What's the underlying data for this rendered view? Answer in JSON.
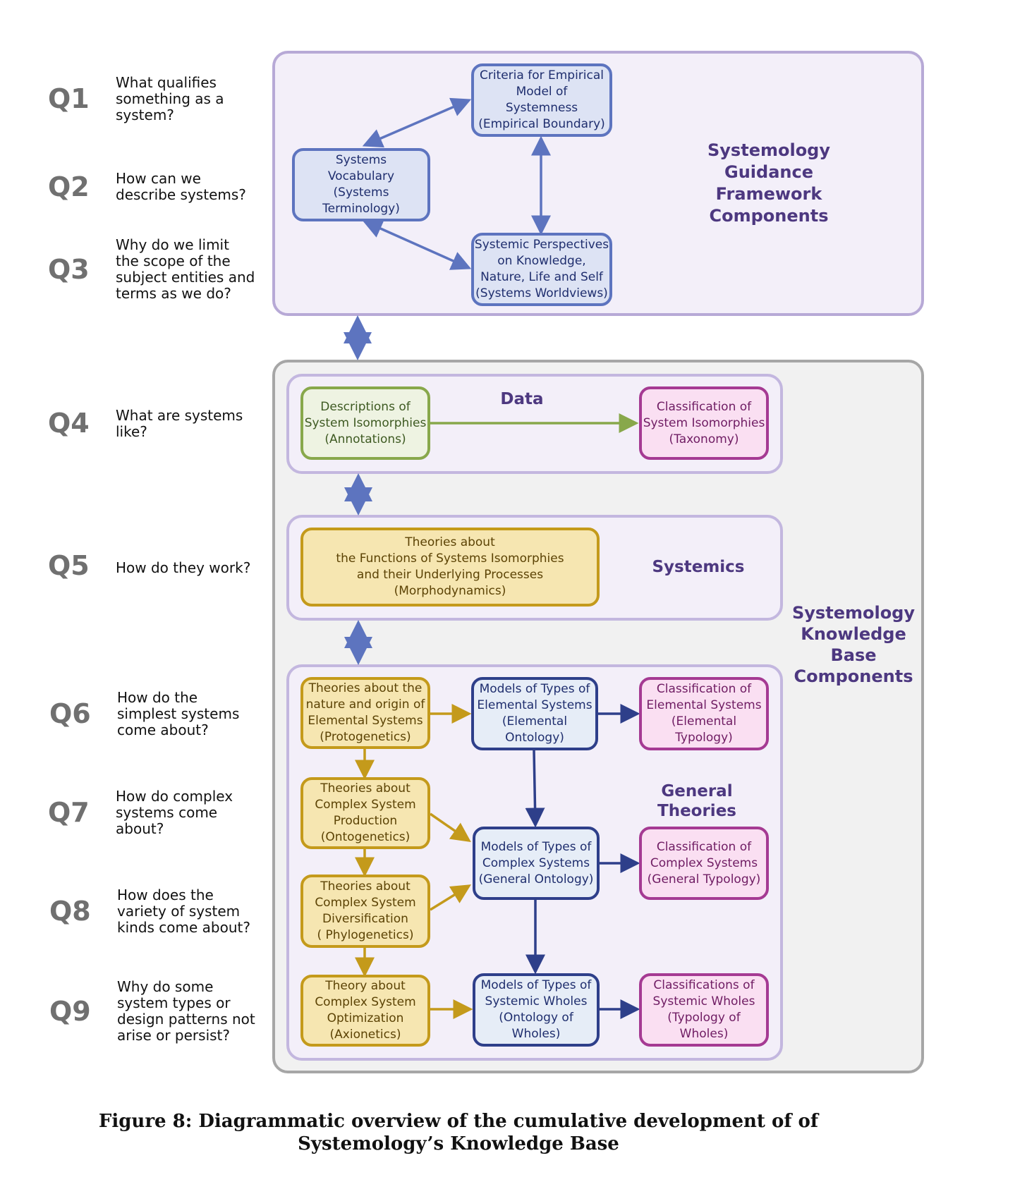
{
  "questions": [
    {
      "id": "Q1",
      "text": "What qualifies\nsomething as a\nsystem?"
    },
    {
      "id": "Q2",
      "text": "How can we\ndescribe systems?"
    },
    {
      "id": "Q3",
      "text": "Why do we limit\nthe scope of the\nsubject entities and\nterms as we do?"
    },
    {
      "id": "Q4",
      "text": "What are systems\nlike?"
    },
    {
      "id": "Q5",
      "text": "How do they work?"
    },
    {
      "id": "Q6",
      "text": "How do the\nsimplest systems\ncome about?"
    },
    {
      "id": "Q7",
      "text": "How do complex\nsystems come\nabout?"
    },
    {
      "id": "Q8",
      "text": "How does the\nvariety of system\nkinds come about?"
    },
    {
      "id": "Q9",
      "text": "Why do some\nsystem types or\ndesign patterns not\narise or persist?"
    }
  ],
  "guidance": {
    "title": "Systemology\nGuidance\nFramework\nComponents",
    "criteria": "Criteria for Empirical\nModel of\nSystemness\n(Empirical Boundary)",
    "vocabulary": "Systems\nVocabulary\n(Systems Terminology)",
    "perspectives": "Systemic Perspectives\non Knowledge,\nNature, Life and Self\n(Systems Worldviews)"
  },
  "knowledge_base": {
    "title": "Systemology\nKnowledge\nBase\nComponents",
    "data": {
      "title": "Data",
      "descriptions": "Descriptions of\nSystem Isomorphies\n(Annotations)",
      "classification": "Classification of\nSystem Isomorphies\n(Taxonomy)"
    },
    "systemics": {
      "title": "Systemics",
      "theories": "Theories about\nthe Functions of Systems Isomorphies\nand their Underlying Processes\n(Morphodynamics)"
    },
    "general": {
      "title": "General Theories",
      "protogenetics": "Theories about the\nnature and origin of\nElemental Systems\n(Protogenetics)",
      "ontogenetics": "Theories about\nComplex System\nProduction\n(Ontogenetics)",
      "phylogenetics": "Theories about\nComplex System\nDiversification\n( Phylogenetics)",
      "axionetics": "Theory about\nComplex System\nOptimization\n(Axionetics)",
      "elemental_ontology": "Models of Types of\nElemental Systems\n(Elemental Ontology)",
      "general_ontology": "Models of Types of\nComplex Systems\n(General Ontology)",
      "ontology_wholes": "Models of Types of\nSystemic Wholes\n(Ontology of Wholes)",
      "elemental_typology": "Classification of\nElemental Systems\n(Elemental Typology)",
      "general_typology": "Classification of\nComplex Systems\n(General Typology)",
      "typology_wholes": "Classifications of\nSystemic Wholes\n(Typology of Wholes)"
    }
  },
  "caption": "Figure 8: Diagrammatic overview of the cumulative development of of\nSystemology’s Knowledge Base",
  "colors": {
    "blue": "#5d74bf",
    "navy": "#2e3f8a",
    "green": "#88a84b",
    "pink": "#a53a93",
    "gold": "#c49a1b",
    "panel_purple": "#b7a9d6",
    "panel_grey": "#a6a6a6"
  }
}
